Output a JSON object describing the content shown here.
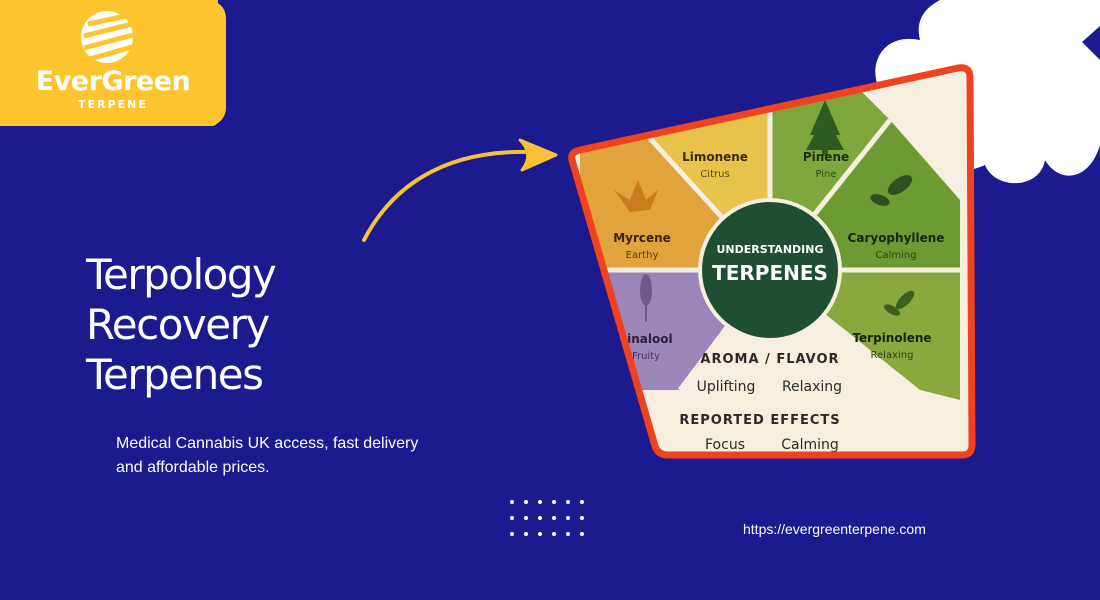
{
  "brand": {
    "name": "EverGreen",
    "tagline": "TERPENE"
  },
  "hero": {
    "title_lines": [
      "Terpology",
      "Recovery",
      "Terpenes"
    ],
    "description": "Medical Cannabis UK access, fast delivery and affordable prices."
  },
  "footer": {
    "url": "https://evergreenterpene.com"
  },
  "infographic": {
    "center_line1": "UNDERSTANDING",
    "center_line2": "TERPENES",
    "segments": [
      {
        "name": "Limonene",
        "note": "Citrus",
        "color": "#e8c24a"
      },
      {
        "name": "Pinene",
        "note": "Pine",
        "color": "#7fa63c"
      },
      {
        "name": "Caryophyllene",
        "note": "Calming",
        "color": "#6e9a34"
      },
      {
        "name": "Terpinolene",
        "note": "Relaxing",
        "color": "#8aa83e"
      },
      {
        "name": "Linalool",
        "note": "Fruity",
        "color": "#9a86b8"
      },
      {
        "name": "Myrcene",
        "note": "Earthy",
        "color": "#e2a23c"
      }
    ],
    "aroma_heading": "AROMA / FLAVOR",
    "aroma_left": "Uplifting",
    "aroma_right": "Relaxing",
    "effects_heading": "REPORTED EFFECTS",
    "effects_left": "Focus",
    "effects_right": "Calming"
  },
  "colors": {
    "background": "#1b1a8f",
    "logo_bg": "#fdc52d",
    "frame": "#f0421f",
    "arrow": "#f7c23a",
    "center_circle": "#1f4f33"
  }
}
